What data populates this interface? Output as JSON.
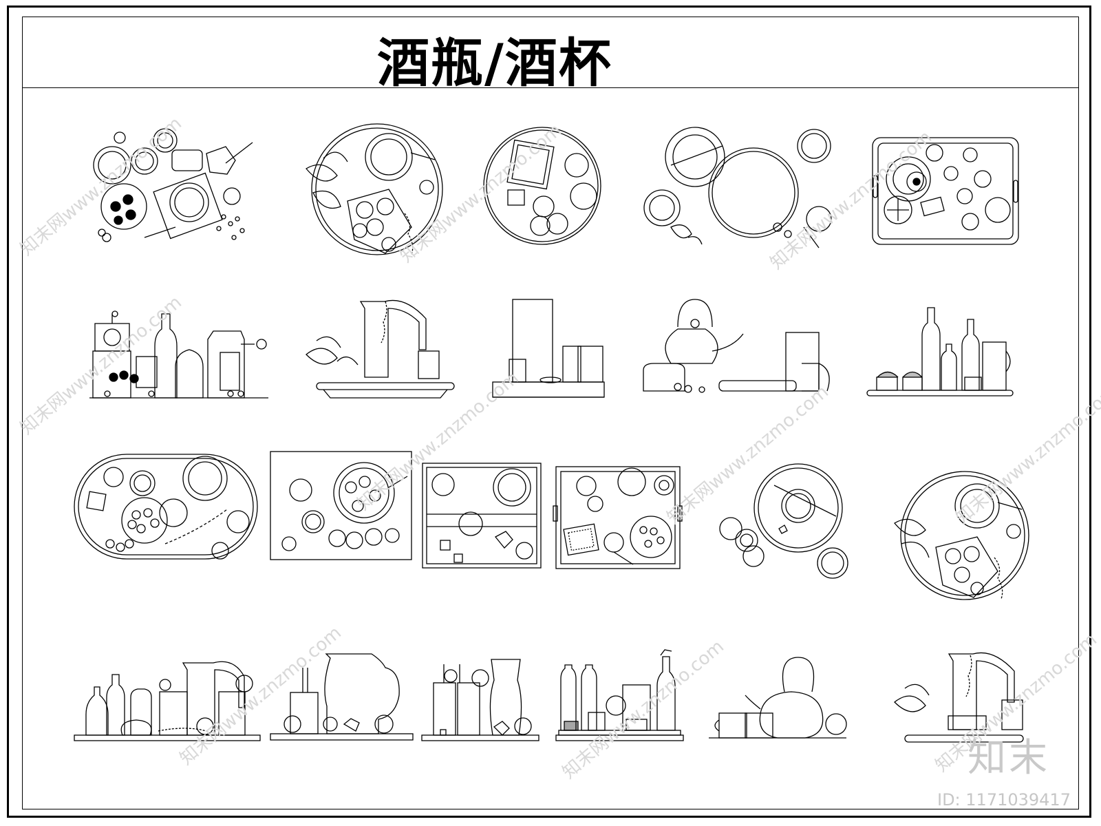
{
  "sheet": {
    "title": "酒瓶/酒杯",
    "brand": "知末",
    "id_label": "ID: 1171039417",
    "watermark_text": "知末网www.znzmo.com"
  },
  "colors": {
    "line": "#000000",
    "watermark": "#d8d8d8",
    "background": "#ffffff"
  }
}
